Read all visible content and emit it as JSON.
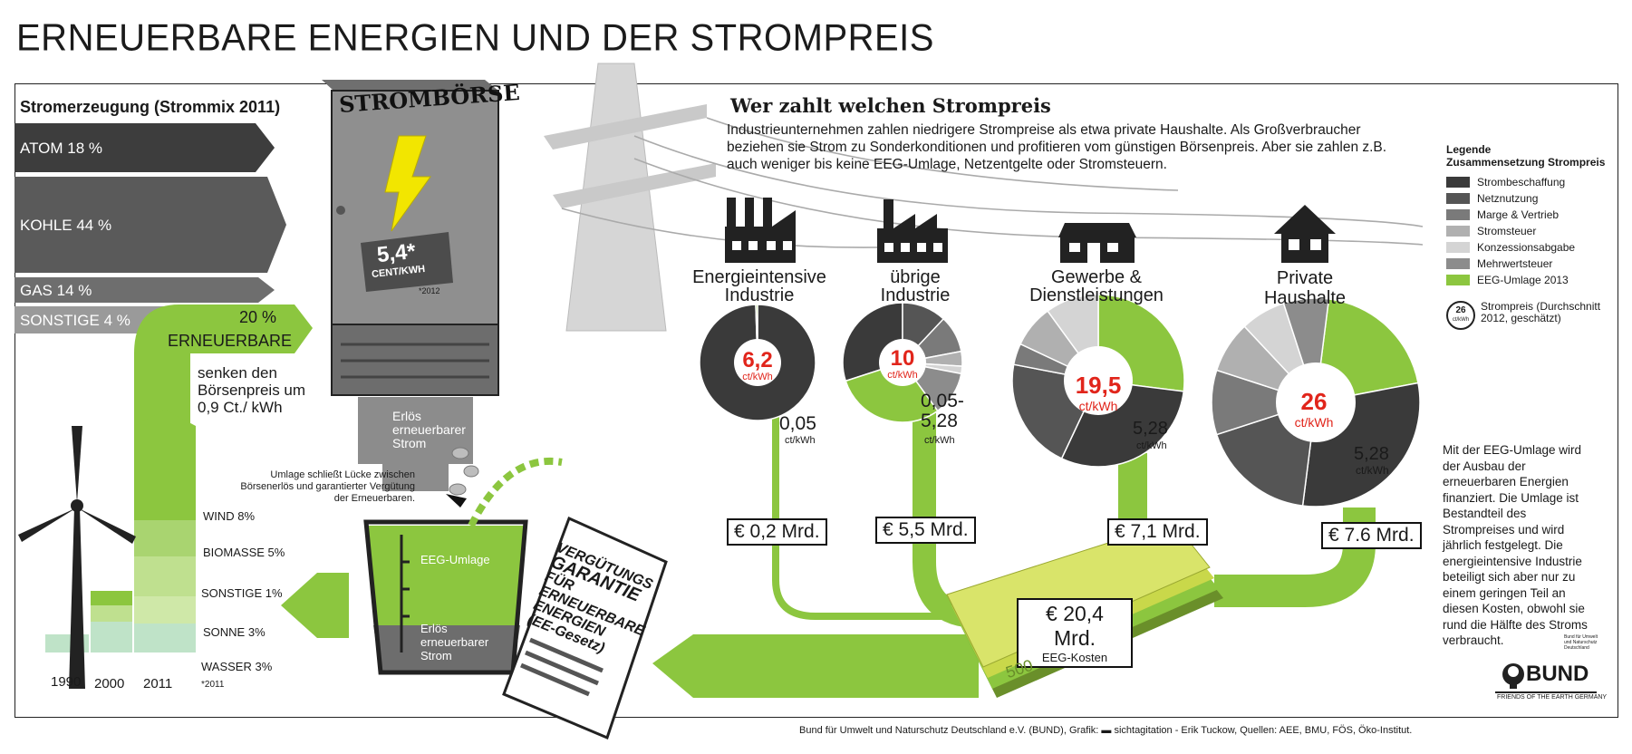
{
  "title": "ERNEUERBARE ENERGIEN UND DER STROMPREIS",
  "strommix": {
    "heading": "Stromerzeugung (Strommix 2011)",
    "atom": "ATOM 18 %",
    "kohle": "KOHLE 44 %",
    "gas": "GAS 14 %",
    "sonstige": "SONSTIGE 4 %",
    "erneuerbare_pct": "20 %",
    "erneuerbare_label": "ERNEUERBARE",
    "senken": "senken den Börsenpreis um 0,9 Ct./ kWh"
  },
  "renewables_breakdown": {
    "wind": "WIND 8%",
    "biomasse": "BIOMASSE 5%",
    "sonstige": "SONSTIGE 1%",
    "sonne": "SONNE 3%",
    "wasser": "WASSER 3%",
    "years": [
      "1990",
      "2000",
      "2011"
    ],
    "footnote": "*2011"
  },
  "boerse": {
    "label": "STROMBÖRSE",
    "price_value": "5,4*",
    "price_unit": "CENT/KWH",
    "price_note": "*2012",
    "erloes": "Erlös erneuerbarer Strom"
  },
  "umlage": {
    "note": "Umlage schließt Lücke zwischen Börsenerlös und garantierter Vergütung der Erneuerbaren.",
    "eeg_umlage": "EEG-Umlage",
    "erloes": "Erlös erneuerbarer Strom"
  },
  "garantie": {
    "line1": "VERGÜTUNGS",
    "line2": "GARANTIE",
    "line3": "FÜR",
    "line4": "ERNEUERBARE",
    "line5": "ENERGIEN",
    "line6": "(EE-Gesetz)"
  },
  "wer_zahlt": {
    "heading": "Wer zahlt welchen Strompreis",
    "text": "Industrieunternehmen zahlen niedrigere Strompreise als etwa private Haushalte. Als Großverbraucher beziehen sie Strom zu Sonderkonditionen und profitieren vom günstigen Börsenpreis. Aber sie zahlen z.B. auch weniger bis keine EEG-Umlage, Netzentgelte oder Stromsteuern."
  },
  "consumers": [
    {
      "name1": "Energieintensive",
      "name2": "Industrie",
      "price": "6,2",
      "unit": "ct/kWh",
      "eeg": "0,05",
      "eeg_unit": "ct/kWh",
      "cost": "€ 0,2 Mrd."
    },
    {
      "name1": "übrige",
      "name2": "Industrie",
      "price": "10",
      "unit": "ct/kWh",
      "eeg": "0,05-5,28",
      "eeg_unit": "ct/kWh",
      "cost": "€ 5,5 Mrd."
    },
    {
      "name1": "Gewerbe &",
      "name2": "Dienstleistungen",
      "price": "19,5",
      "unit": "ct/kWh",
      "eeg": "5,28",
      "eeg_unit": "ct/kWh",
      "cost": "€ 7,1 Mrd."
    },
    {
      "name1": "Private",
      "name2": "Haushalte",
      "price": "26",
      "unit": "ct/kWh",
      "eeg": "5,28",
      "eeg_unit": "ct/kWh",
      "cost": "€ 7.6 Mrd."
    }
  ],
  "eeg_kosten": {
    "value": "€ 20,4 Mrd.",
    "label": "EEG-Kosten",
    "banknote": "500"
  },
  "legend": {
    "title": "Legende",
    "subtitle": "Zusammensetzung Strompreis",
    "items": [
      {
        "label": "Strombeschaffung",
        "color": "#3a3a3a"
      },
      {
        "label": "Netznutzung",
        "color": "#555555"
      },
      {
        "label": "Marge & Vertrieb",
        "color": "#7a7a7a"
      },
      {
        "label": "Stromsteuer",
        "color": "#b0b0b0"
      },
      {
        "label": "Konzessionsabgabe",
        "color": "#d4d4d4"
      },
      {
        "label": "Mehrwertsteuer",
        "color": "#8c8c8c"
      },
      {
        "label": "EEG-Umlage 2013",
        "color": "#8cc63f"
      }
    ],
    "price_badge": "26",
    "price_badge_unit": "ct/kWh",
    "price_label": "Strompreis (Durchschnitt 2012, geschätzt)"
  },
  "side_text": "Mit der EEG-Umlage wird der Ausbau der erneuerbaren Energien finanziert. Die Umlage ist Bestandteil des Strompreises und wird jährlich festgelegt. Die energieintensive Industrie beteiligt sich aber nur zu einem geringen Teil an diesen Kosten, obwohl sie rund die Hälfte des Stroms verbraucht.",
  "bund": {
    "logo": "BUND",
    "tagline": "FRIENDS OF THE EARTH GERMANY",
    "small": "Bund für Umwelt und Naturschutz Deutschland"
  },
  "footer": "Bund für Umwelt und Naturschutz Deutschland e.V. (BUND), Grafik: ▬ sichtagitation - Erik Tuckow, Quellen: AEE, BMU, FÖS, Öko-Institut.",
  "colors": {
    "green": "#8cc63f",
    "red": "#e1251b",
    "dark": "#3a3a3a"
  }
}
